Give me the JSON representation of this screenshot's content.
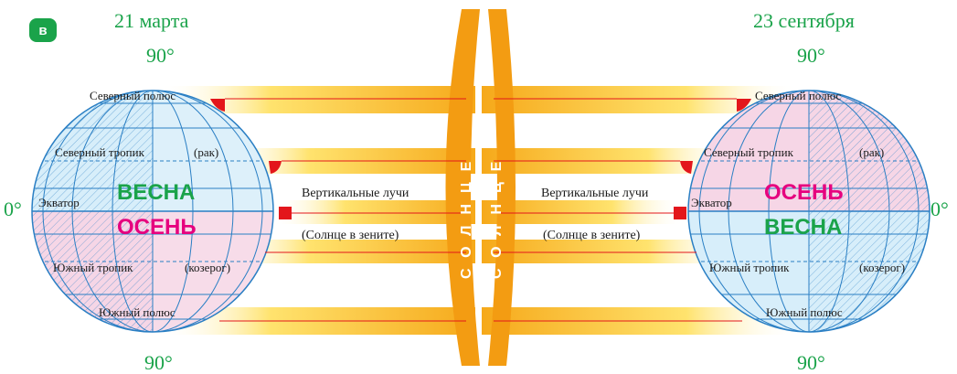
{
  "badge": "в",
  "left": {
    "date": "21 марта",
    "north_lat": "90°",
    "south_lat": "90°",
    "side_lat": "0°",
    "north_pole": "Северный полюс",
    "north_tropic": "Северный тропик",
    "north_tropic_sign": "(рак)",
    "equator": "Экватор",
    "south_tropic": "Южный тропик",
    "south_tropic_sign": "(козерог)",
    "south_pole": "Южный полюс",
    "season_north": "ВЕСНА",
    "season_south": "ОСЕНЬ"
  },
  "right": {
    "date": "23 сентября",
    "north_lat": "90°",
    "south_lat": "90°",
    "side_lat": "0°",
    "north_pole": "Северный полюс",
    "north_tropic": "Северный тропик",
    "north_tropic_sign": "(рак)",
    "equator": "Экватор",
    "south_tropic": "Южный тропик",
    "south_tropic_sign": "(козерог)",
    "south_pole": "Южный полюс",
    "season_north": "ОСЕНЬ",
    "season_south": "ВЕСНА"
  },
  "rays_label": "Вертикальные лучи",
  "zenith_label": "(Солнце в зените)",
  "sun_word": "СОЛНЦЕ",
  "colors": {
    "badge": "#1aa34a",
    "green_text": "#1aa34a",
    "magenta_text": "#e6007e",
    "globe_blue": "#2a7fc4",
    "north_fill": "#d7eefa",
    "south_fill": "#f6d6e6",
    "sun_orange": "#f39c12",
    "ray_yellow": "#ffe36e",
    "red_marker": "#e3161b"
  }
}
